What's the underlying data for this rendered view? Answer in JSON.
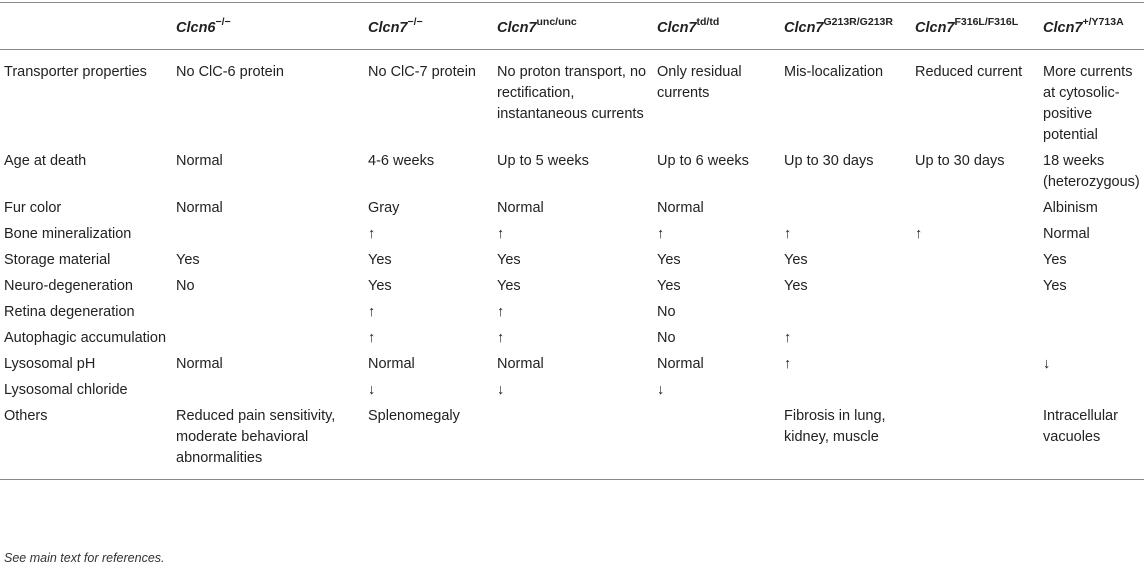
{
  "table": {
    "columns": [
      {
        "gene": "",
        "sup": ""
      },
      {
        "gene": "Clcn6",
        "sup": "−/−"
      },
      {
        "gene": "Clcn7",
        "sup": "−/−"
      },
      {
        "gene": "Clcn7",
        "sup": "unc/unc"
      },
      {
        "gene": "Clcn7",
        "sup": "td/td"
      },
      {
        "gene": "Clcn7",
        "sup": "G213R/G213R"
      },
      {
        "gene": "Clcn7",
        "sup": "F316L/F316L"
      },
      {
        "gene": "Clcn7",
        "sup": "+/Y713A"
      }
    ],
    "rows": [
      {
        "label": "Transporter properties",
        "cells": [
          "No ClC-6 protein",
          "No ClC-7 protein",
          "No proton transport, no rectification, instantaneous currents",
          "Only residual currents",
          "Mis-localization",
          "Reduced current",
          "More currents at cytosolic-positive potential"
        ]
      },
      {
        "label": "Age at death",
        "cells": [
          "Normal",
          "4-6 weeks",
          "Up to 5 weeks",
          "Up to 6 weeks",
          "Up to 30 days",
          "Up to 30 days",
          "18 weeks (heterozygous)"
        ]
      },
      {
        "label": "Fur color",
        "cells": [
          "Normal",
          "Gray",
          "Normal",
          "Normal",
          "",
          "",
          "Albinism"
        ]
      },
      {
        "label": "Bone mineralization",
        "cells": [
          "",
          "↑",
          "↑",
          "↑",
          "↑",
          "↑",
          "Normal"
        ]
      },
      {
        "label": "Storage material",
        "cells": [
          "Yes",
          "Yes",
          "Yes",
          "Yes",
          "Yes",
          "",
          "Yes"
        ]
      },
      {
        "label": "Neuro-degeneration",
        "cells": [
          "No",
          "Yes",
          "Yes",
          "Yes",
          "Yes",
          "",
          "Yes"
        ]
      },
      {
        "label": "Retina degeneration",
        "cells": [
          "",
          "↑",
          "↑",
          "No",
          "",
          "",
          ""
        ]
      },
      {
        "label": "Autophagic accumulation",
        "cells": [
          "",
          "↑",
          "↑",
          "No",
          "↑",
          "",
          ""
        ]
      },
      {
        "label": "Lysosomal pH",
        "cells": [
          "Normal",
          "Normal",
          "Normal",
          "Normal",
          "↑",
          "",
          "↓"
        ]
      },
      {
        "label": "Lysosomal chloride",
        "cells": [
          "",
          "↓",
          "↓",
          "↓",
          "",
          "",
          ""
        ]
      },
      {
        "label": "Others",
        "cells": [
          "Reduced pain sensitivity, moderate behavioral abnormalities",
          "Splenomegaly",
          "",
          "",
          "Fibrosis in lung, kidney, muscle",
          "",
          "Intracellular vacuoles"
        ]
      }
    ]
  },
  "footnote": "See main text for references."
}
